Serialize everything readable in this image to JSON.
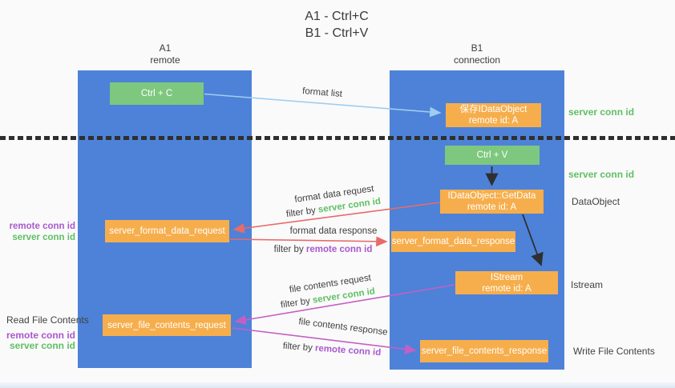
{
  "title": {
    "line1": "A1 - Ctrl+C",
    "line2": "B1 - Ctrl+V"
  },
  "lanes": {
    "left": {
      "name": "A1",
      "subtitle": "remote"
    },
    "right": {
      "name": "B1",
      "subtitle": "connection"
    }
  },
  "nodes": {
    "ctrl_c": "Ctrl + C",
    "ctrl_v": "Ctrl + V",
    "save_idataobject": {
      "line1": "保存IDataObject",
      "line2": "remote id: A"
    },
    "getdata": {
      "line1": "IDataObject::GetData",
      "line2": "remote id: A"
    },
    "istream": {
      "line1": "IStream",
      "line2": "remote id: A"
    },
    "format_request": "server_format_data_request",
    "format_response": "server_format_data_response",
    "file_request": "server_file_contents_request",
    "file_response": "server_file_contents_response"
  },
  "flows": {
    "format_list": "format list",
    "format_data_request": {
      "label": "format data request",
      "filter": "filter by",
      "key": "server conn id"
    },
    "format_data_response": {
      "label": "format data response",
      "filter": "filter by",
      "key": "remote conn id"
    },
    "file_contents_request": {
      "label": "file contents request",
      "filter": "filter by",
      "key": "server conn id"
    },
    "file_contents_response": {
      "label": "file contents response",
      "filter": "filter by",
      "key": "remote conn id"
    }
  },
  "side": {
    "server_conn_top": "server conn id",
    "server_conn_mid": "server conn id",
    "dataobject": "DataObject",
    "istream": "Istream",
    "write_file": "Write File Contents",
    "read_file": "Read File Contents",
    "left_mid": {
      "remote": "remote conn id",
      "server": "server conn id"
    },
    "left_bottom": {
      "remote": "remote conn id",
      "server": "server conn id"
    }
  },
  "colors": {
    "lane_blue": "#4d82d8",
    "node_green": "#7dc87e",
    "node_orange": "#f6ae4c",
    "arrow_light_blue": "#9fcdf0",
    "arrow_red": "#e86a6a",
    "arrow_magenta": "#c45fc4",
    "arrow_black": "#2f2f2f",
    "text_green": "#5fbf63",
    "text_purple": "#a958ce"
  }
}
